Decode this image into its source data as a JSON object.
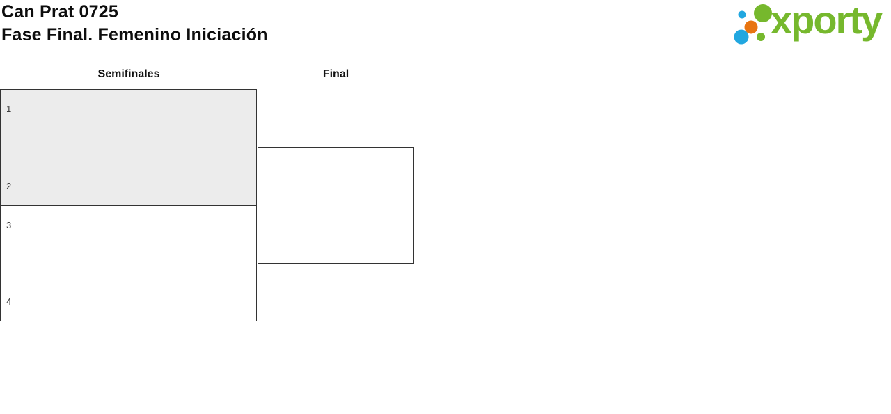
{
  "header": {
    "title_line1": "Can Prat 0725",
    "title_line2": "Fase Final. Femenino Iniciación"
  },
  "logo": {
    "text": "xporty",
    "text_color": "#76B82D",
    "dot_colors": {
      "blue": "#21A7E0",
      "green": "#76B82D",
      "orange": "#E87511"
    }
  },
  "bracket": {
    "rounds": [
      {
        "label": "Semifinales",
        "matches": [
          {
            "seed_top": "1",
            "seed_bottom": "2",
            "highlighted": true
          },
          {
            "seed_top": "3",
            "seed_bottom": "4",
            "highlighted": false
          }
        ]
      },
      {
        "label": "Final",
        "matches": [
          {
            "seed_top": "",
            "seed_bottom": "",
            "highlighted": false
          }
        ]
      }
    ],
    "colors": {
      "highlight_fill": "#ECECEC",
      "border": "#333333"
    }
  }
}
